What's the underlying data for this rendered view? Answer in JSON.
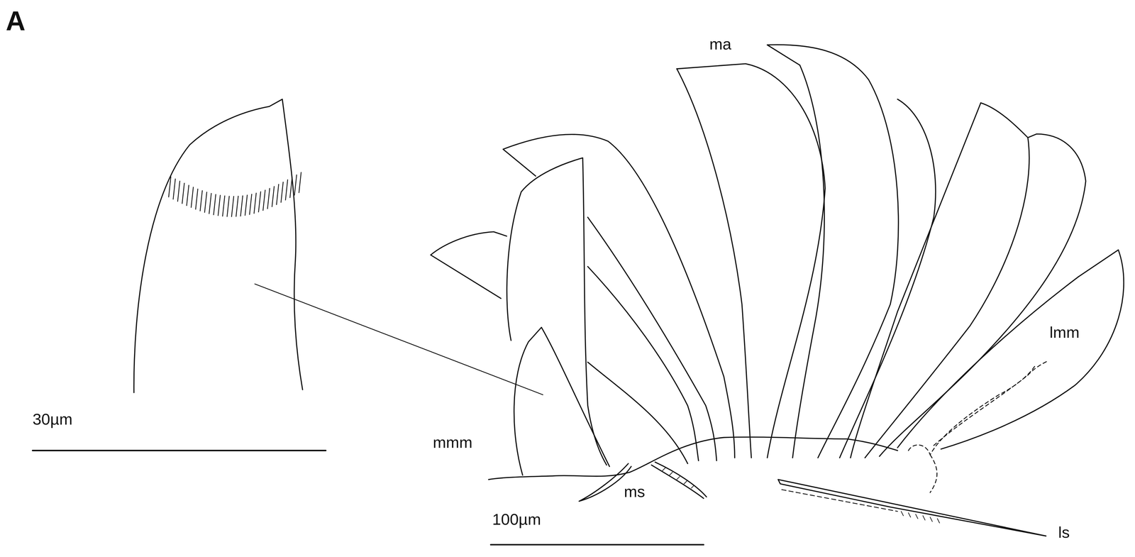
{
  "diagram": {
    "labels": [
      "A",
      "30µm",
      "ma",
      "mmm",
      "lmm",
      "ms",
      "100µm",
      "ls"
    ]
  }
}
